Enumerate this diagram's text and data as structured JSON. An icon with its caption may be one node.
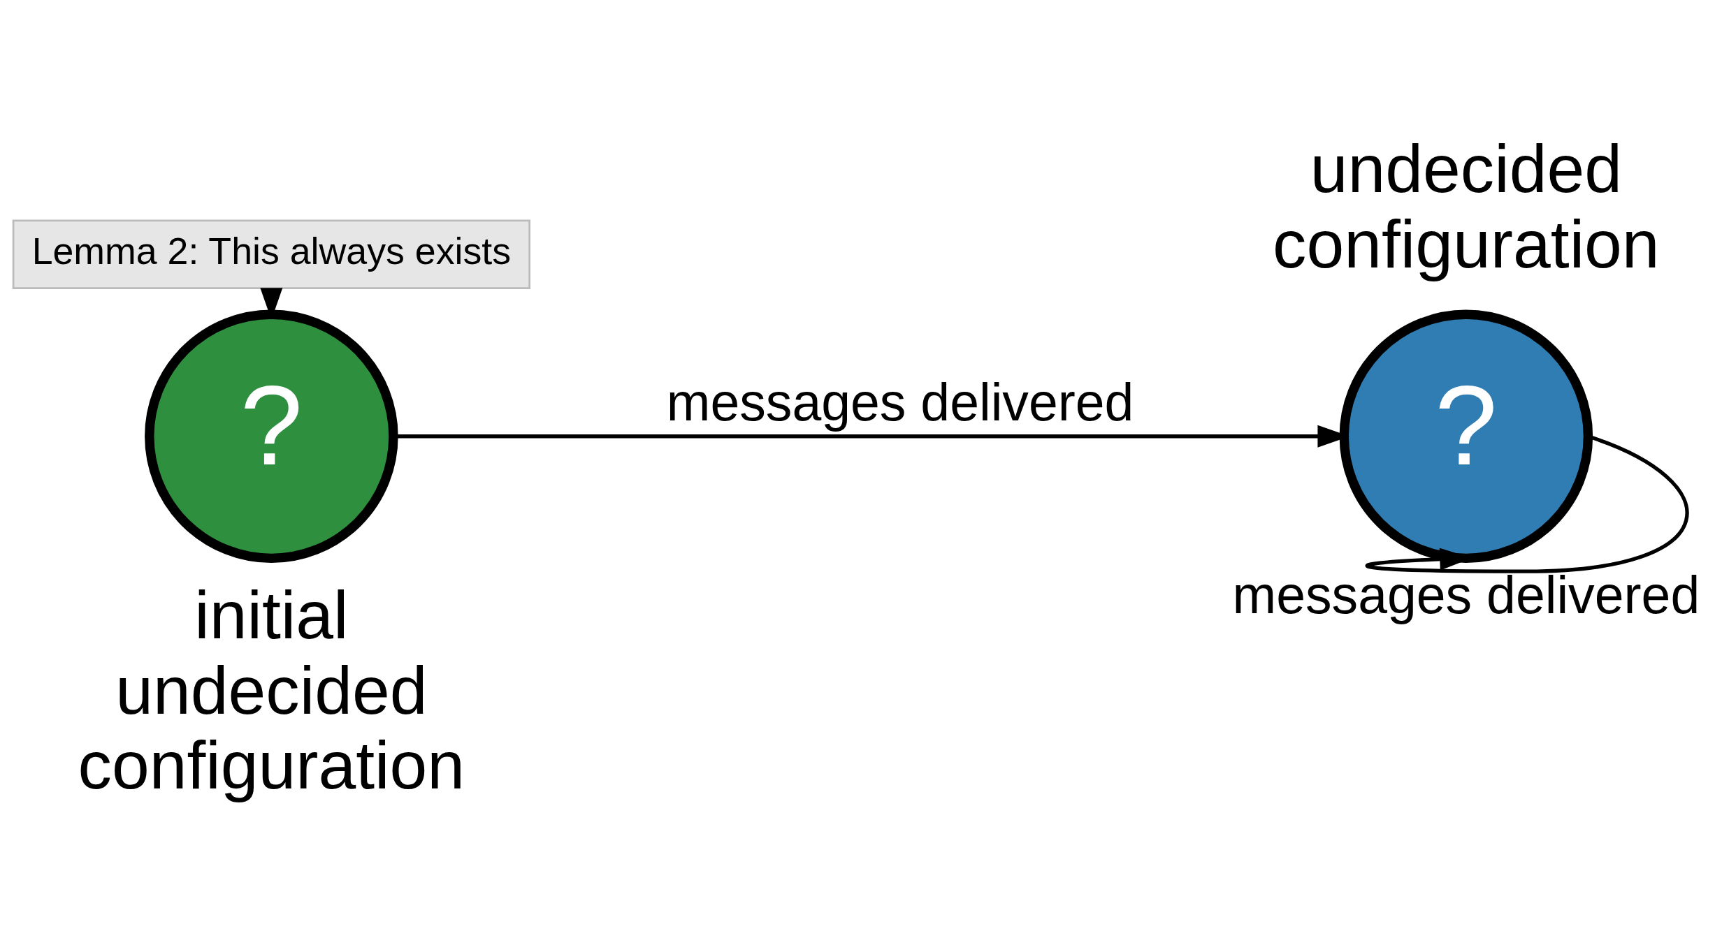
{
  "diagram": {
    "nodes": [
      {
        "text": [
          "?"
        ],
        "beside": [
          "initial undecided configuration"
        ]
      },
      {
        "text": [
          "?"
        ],
        "beside": [
          "undecided configuration"
        ]
      },
      {
        "text": [
          "Lemma 2: This always exists"
        ]
      }
    ],
    "edges": [
      {
        "from": 0,
        "to": 1,
        "arrow": "to",
        "label": "messages delivered"
      },
      {
        "from": 1,
        "to": 1,
        "arrow": "to",
        "label": "messages delivered"
      },
      {
        "from": 2,
        "to": 0,
        "arrow": "to",
        "style": "dashed"
      }
    ]
  }
}
